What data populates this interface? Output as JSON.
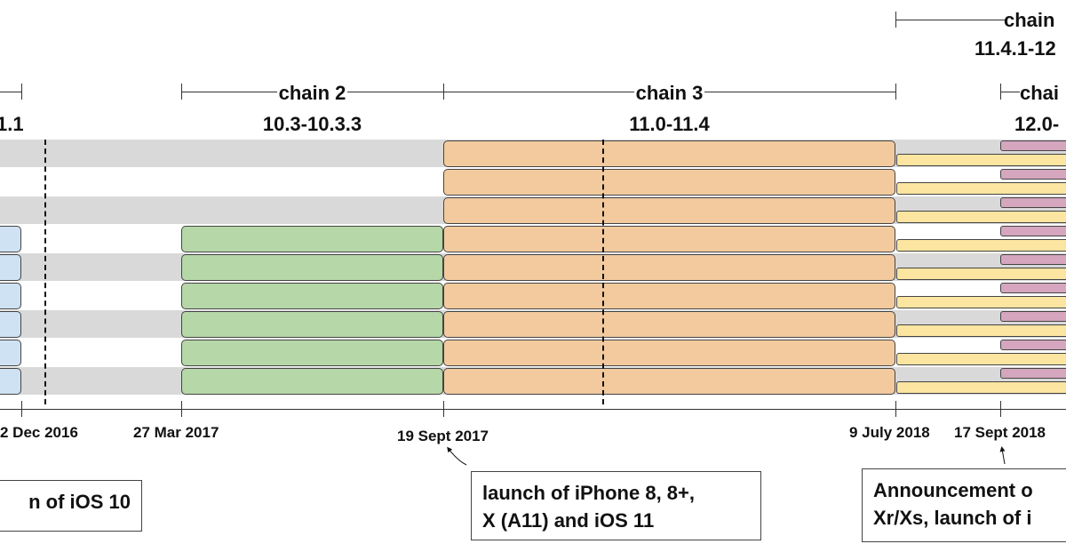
{
  "chains": [
    {
      "label": "",
      "range": "1.1"
    },
    {
      "label": "chain 2",
      "range": "10.3-10.3.3"
    },
    {
      "label": "chain 3",
      "range": "11.0-11.4"
    },
    {
      "label": "chain",
      "range": "11.4.1-12"
    },
    {
      "label": "chai",
      "range": "12.0-"
    }
  ],
  "dates": [
    "2 Dec 2016",
    "27 Mar 2017",
    "19 Sept 2017",
    "9 July 2018",
    "17 Sept 2018"
  ],
  "callouts": [
    {
      "lines": [
        "n of iOS 10"
      ]
    },
    {
      "lines": [
        "launch of iPhone 8, 8+,",
        "X (A11) and iOS 11"
      ]
    },
    {
      "lines": [
        "Announcement o",
        "Xr/Xs, launch of i"
      ]
    }
  ],
  "colors": {
    "chain1": "#cfe2f3",
    "chain2": "#b6d7a8",
    "chain3": "#f2ca9e",
    "chain4": "#fbe5a0",
    "chain5": "#d5a6bd",
    "stripe": "#d9d9d9"
  }
}
